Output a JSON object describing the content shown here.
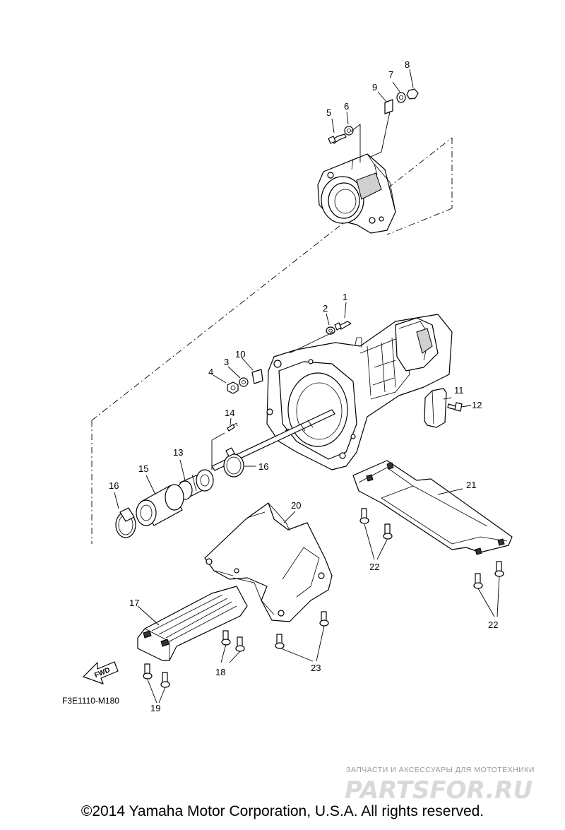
{
  "diagram": {
    "callouts": [
      "1",
      "2",
      "3",
      "4",
      "5",
      "6",
      "7",
      "8",
      "9",
      "10",
      "11",
      "12",
      "13",
      "14",
      "15",
      "16",
      "16",
      "17",
      "18",
      "19",
      "20",
      "21",
      "22",
      "22",
      "23"
    ],
    "figure_code": "F3E1110-M180",
    "fwd_arrow_label": "FWD",
    "watermark_line1": "ЗАПЧАСТИ И АКСЕССУАРЫ ДЛЯ МОТОТЕХНИКИ",
    "watermark_logo": "PARTSFOR.RU"
  },
  "footer": {
    "copyright": "©2014 Yamaha Motor Corporation, U.S.A. All rights reserved."
  }
}
